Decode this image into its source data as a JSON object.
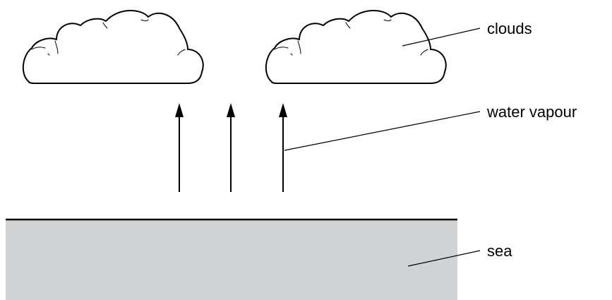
{
  "labels": {
    "clouds": "clouds",
    "water_vapour": "water vapour",
    "sea": "sea"
  },
  "colors": {
    "sea_fill": "#d1d2d4",
    "line": "#000000",
    "cloud_fill": "#ffffff"
  }
}
